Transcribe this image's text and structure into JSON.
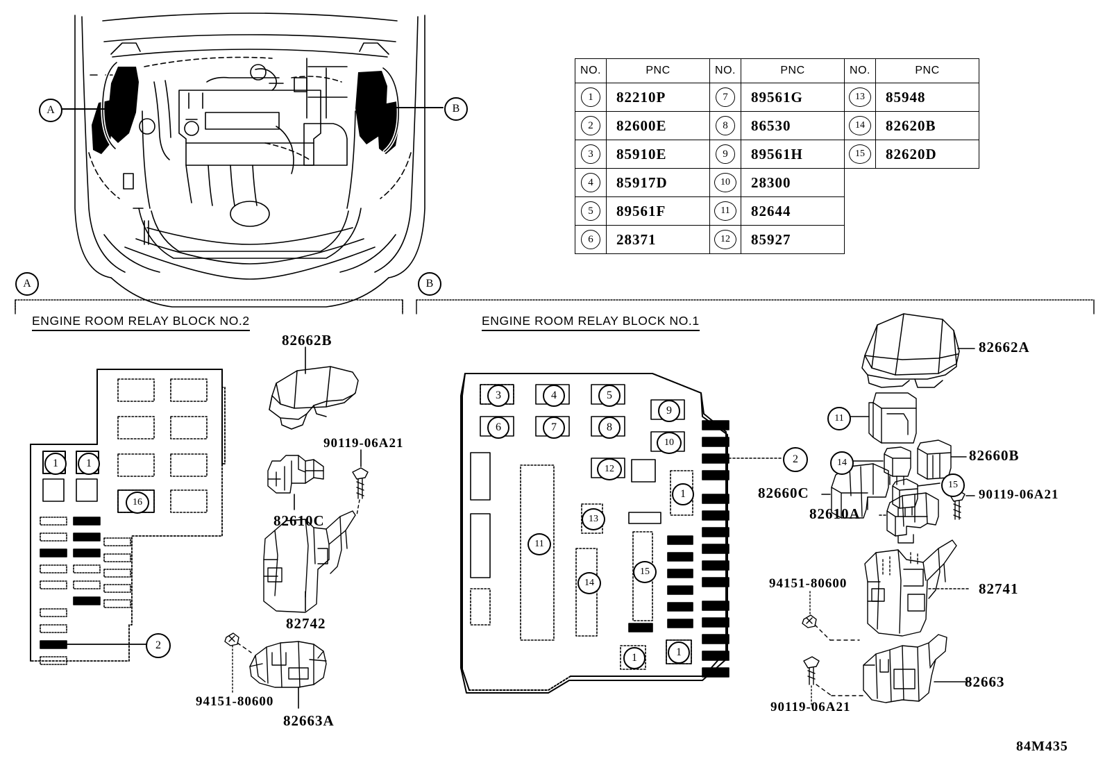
{
  "diagram": {
    "code": "84M435",
    "callout_a": "A",
    "callout_b": "B"
  },
  "pnc_table": {
    "headers": [
      "NO.",
      "PNC",
      "NO.",
      "PNC",
      "NO.",
      "PNC"
    ],
    "rows": [
      {
        "no1": "1",
        "pnc1": "82210P",
        "no2": "7",
        "pnc2": "89561G",
        "no3": "13",
        "pnc3": "85948"
      },
      {
        "no1": "2",
        "pnc1": "82600E",
        "no2": "8",
        "pnc2": "86530",
        "no3": "14",
        "pnc3": "82620B"
      },
      {
        "no1": "3",
        "pnc1": "85910E",
        "no2": "9",
        "pnc2": "89561H",
        "no3": "15",
        "pnc3": "82620D"
      },
      {
        "no1": "4",
        "pnc1": "85917D",
        "no2": "10",
        "pnc2": "28300",
        "no3": "",
        "pnc3": ""
      },
      {
        "no1": "5",
        "pnc1": "89561F",
        "no2": "11",
        "pnc2": "82644",
        "no3": "",
        "pnc3": ""
      },
      {
        "no1": "6",
        "pnc1": "28371",
        "no2": "12",
        "pnc2": "85927",
        "no3": "",
        "pnc3": ""
      }
    ]
  },
  "section_a": {
    "title": "ENGINE ROOM RELAY BLOCK NO.2",
    "labels": {
      "cover": "82662B",
      "screw": "90119-06A21",
      "connector": "82610C",
      "bracket": "82742",
      "clip": "94151-80600",
      "lower_cover": "82663A"
    },
    "block_callouts": [
      "1",
      "1",
      "16",
      "2"
    ]
  },
  "section_b": {
    "title": "ENGINE ROOM RELAY BLOCK NO.1",
    "labels": {
      "upper_cover": "82662A",
      "relay_82660b": "82660B",
      "relay_82660c": "82660C",
      "connector_82610a": "82610A",
      "screw_top": "90119-06A21",
      "clip": "94151-80600",
      "housing": "82741",
      "lower_cover": "82663",
      "screw_bottom": "90119-06A21"
    },
    "block_callouts": [
      "3",
      "4",
      "5",
      "6",
      "7",
      "8",
      "9",
      "10",
      "12",
      "13",
      "11",
      "14",
      "15",
      "1",
      "1",
      "1",
      "2"
    ],
    "right_callouts": [
      "11",
      "14",
      "15",
      "2"
    ]
  }
}
